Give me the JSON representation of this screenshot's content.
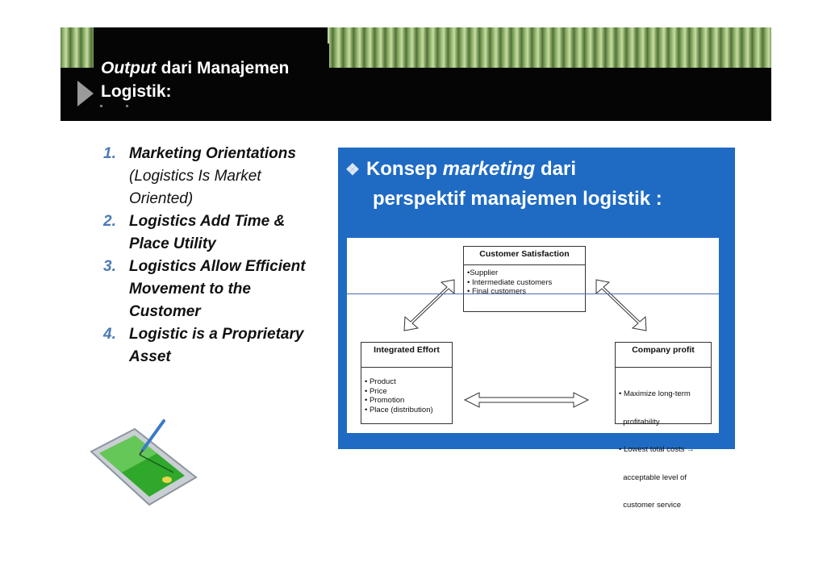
{
  "header": {
    "title_italic": "Output",
    "title_rest": " dari Manajemen",
    "title_line2": "Logistik:"
  },
  "points": [
    {
      "num": "1.",
      "bold": "Marketing Orientations",
      "normal": " (",
      "italic": "Logistics Is Market Oriented",
      "end": ")"
    },
    {
      "num": "2.",
      "bold": "Logistics Add Time & Place Utility"
    },
    {
      "num": "3.",
      "bold": "Logistics Allow Efficient Movement to the Customer"
    },
    {
      "num": "4.",
      "bold": "Logistic is a Proprietary Asset"
    }
  ],
  "panel": {
    "bullet": "❖",
    "line1_a": "Konsep ",
    "line1_italic": "marketing",
    "line1_b": " dari",
    "line2": "perspektif manajemen logistik :"
  },
  "diagram": {
    "customer": {
      "title": "Customer Satisfaction",
      "items": [
        "•Supplier",
        "•  Intermediate customers",
        "•  Final customers"
      ]
    },
    "integrated": {
      "title": "Integrated Effort",
      "items": [
        "• Product",
        "• Price",
        "• Promotion",
        "• Place (distribution)"
      ]
    },
    "profit": {
      "title": "Company profit",
      "items": [
        "• Maximize long-term",
        "  profitability",
        "• Lowest total costs →",
        "  acceptable level of",
        "  customer service"
      ]
    }
  },
  "colors": {
    "header_bg": "#050505",
    "panel_blue": "#1f6bc4",
    "number_blue": "#4a7ab8"
  }
}
